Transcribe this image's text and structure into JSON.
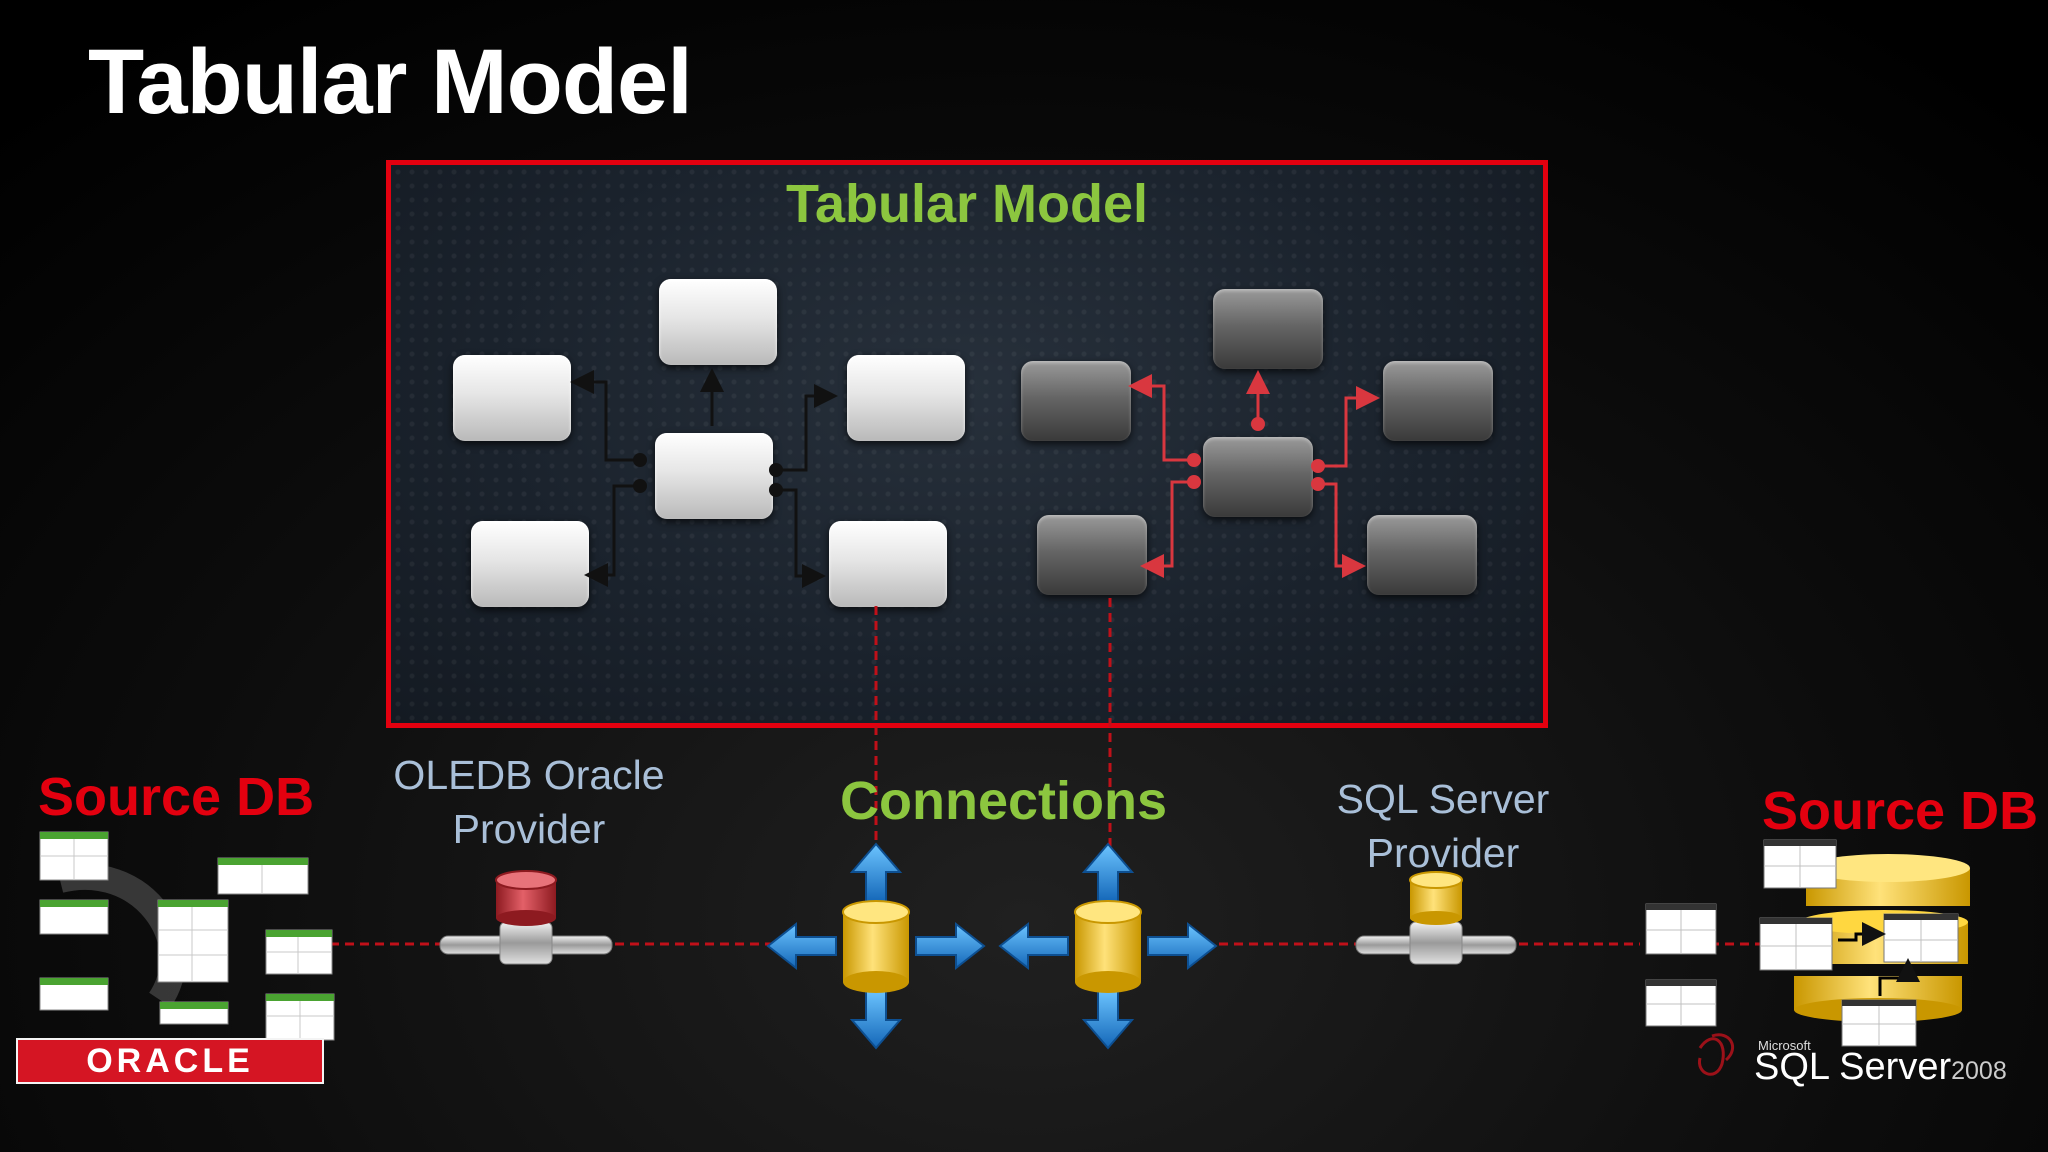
{
  "slide_title": "Tabular Model",
  "model_box": {
    "title": "Tabular Model"
  },
  "labels": {
    "source_db_left": "Source DB",
    "source_db_right": "Source DB",
    "oledb_provider": [
      "OLEDB Oracle",
      "Provider"
    ],
    "sql_provider": [
      "SQL Server",
      "Provider"
    ],
    "connections": "Connections"
  },
  "logos": {
    "oracle": "ORACLE",
    "sql_microsoft": "Microsoft",
    "sql_name": "SQL Server",
    "sql_version": "2008"
  },
  "colors": {
    "accent_red": "#e3000f",
    "accent_green": "#8cc63f",
    "provider_text": "#a9bfd8",
    "connector_black": "#111111",
    "connector_red": "#d9373f",
    "cylinder_gold": "#f5c400",
    "arrow_blue": "#2a8ee0"
  }
}
